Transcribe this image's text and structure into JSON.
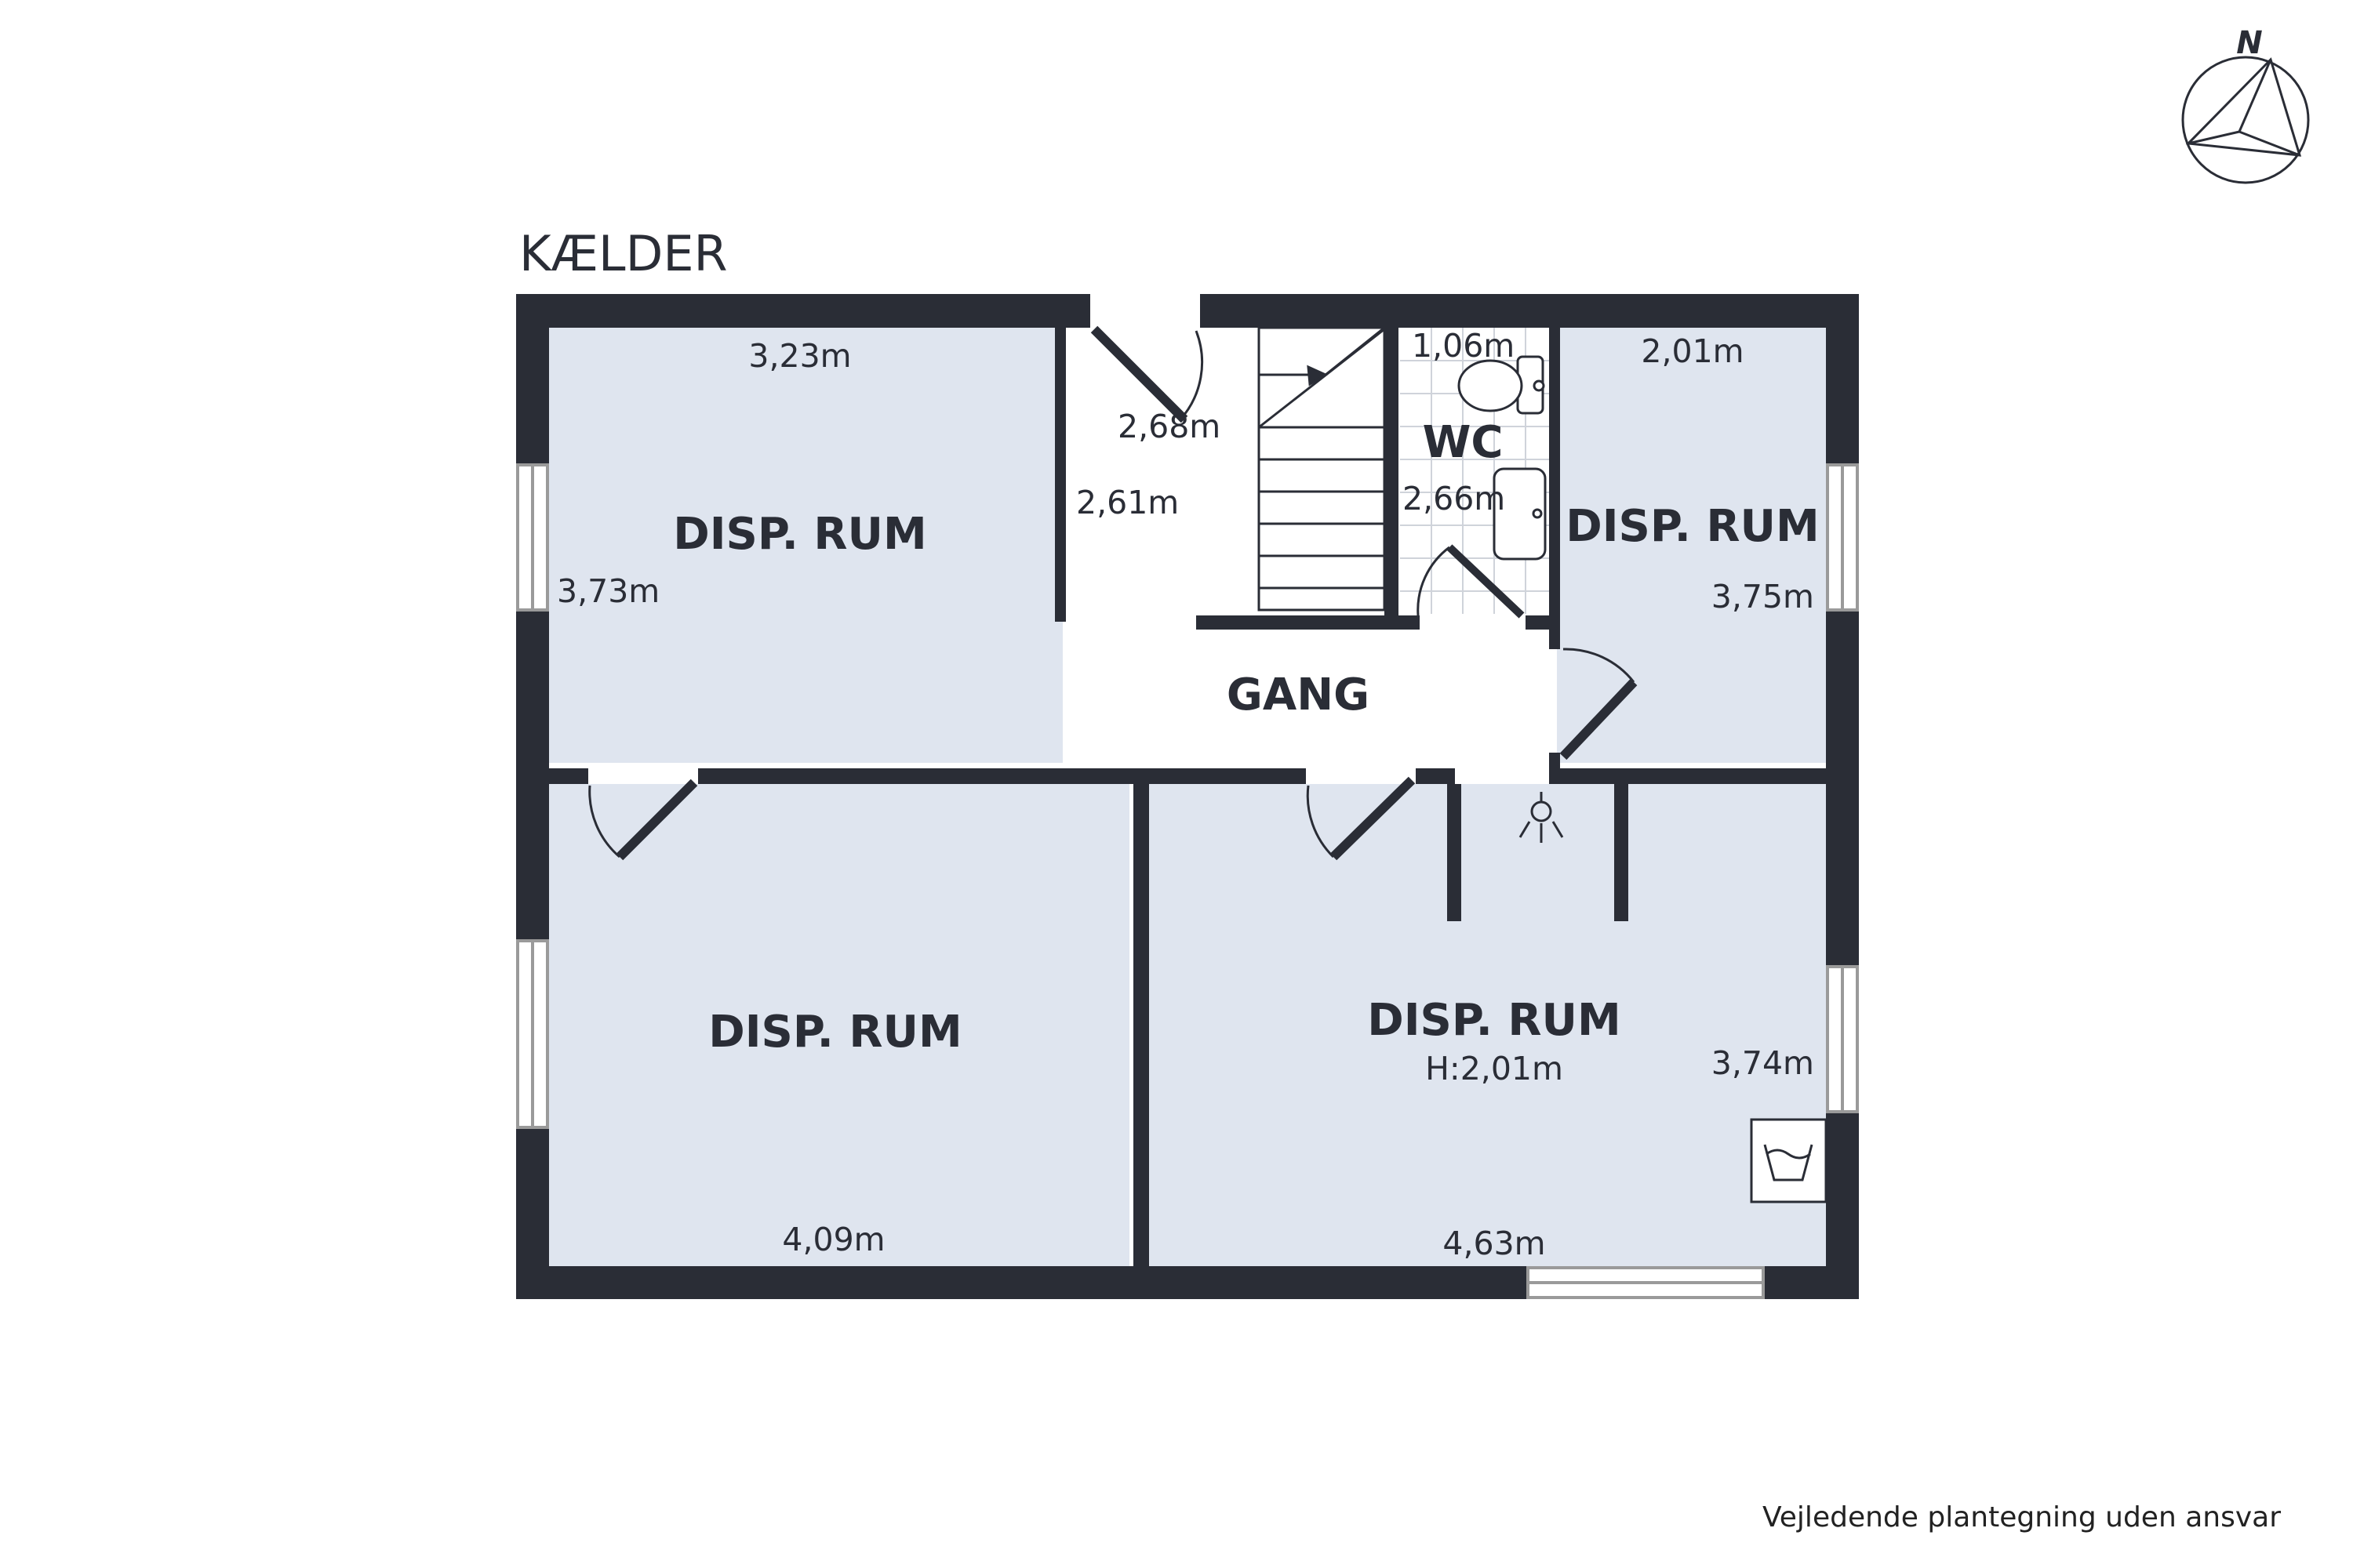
{
  "floor_name": "KÆLDER",
  "rooms": {
    "disp_nw": "DISP. RUM",
    "disp_ne": "DISP. RUM",
    "disp_sw": "DISP. RUM",
    "disp_se": "DISP. RUM",
    "wc": "WC",
    "gang": "GANG"
  },
  "heights": {
    "disp_se": "H:2,01m"
  },
  "dimensions": {
    "nw_width": "3,23m",
    "nw_depth": "3,73m",
    "gang_width": "2,68m",
    "gang_depth": "2,61m",
    "wc_width": "1,06m",
    "wc_depth": "2,66m",
    "ne_width": "2,01m",
    "ne_depth": "3,75m",
    "sw_width": "4,09m",
    "se_width": "4,63m",
    "se_depth": "3,74m"
  },
  "compass_label": "N",
  "disclaimer": "Vejledende plantegning uden ansvar",
  "colors": {
    "wall": "#2a2d36",
    "room_fill": "#dfe5ef",
    "window": "#9a9a9a"
  }
}
